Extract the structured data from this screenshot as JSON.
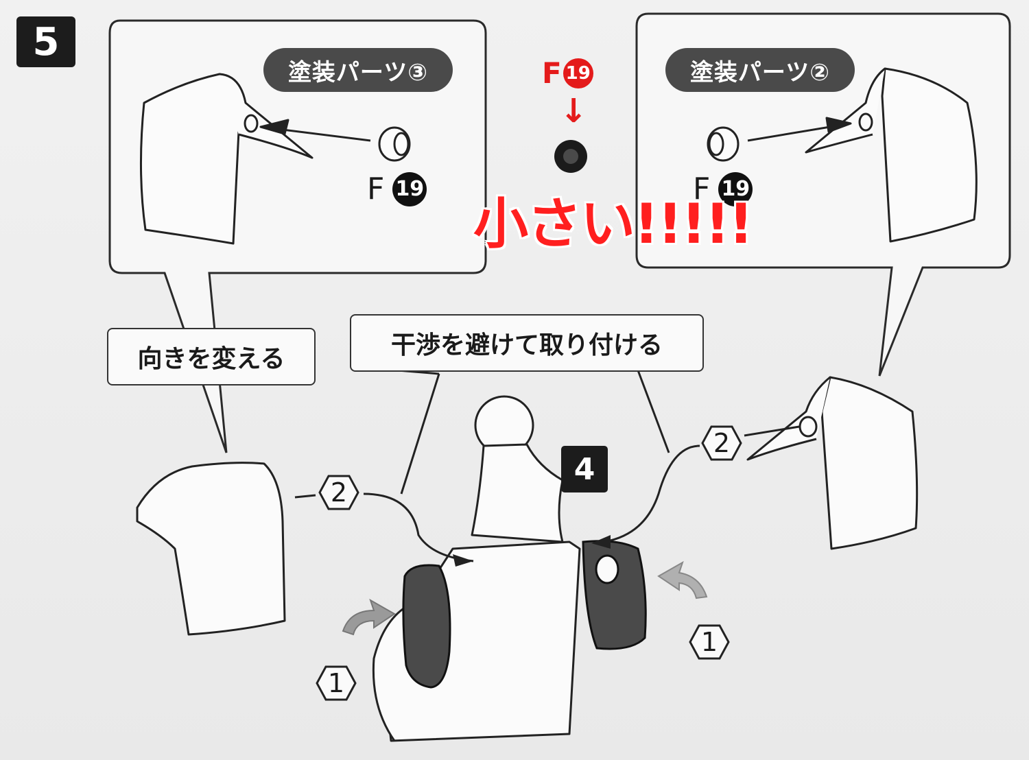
{
  "step": {
    "number": "5",
    "sub_number": "4"
  },
  "left_callout": {
    "pill_label": "塗装パーツ③",
    "part_letter": "F",
    "part_number": "19"
  },
  "right_callout": {
    "pill_label": "塗装パーツ②",
    "part_letter": "F",
    "part_number": "19"
  },
  "center_part": {
    "part_letter": "F",
    "part_number": "19",
    "arrow": "↓"
  },
  "annotation": {
    "text": "小さい!!!!!"
  },
  "notes": {
    "rotate": "向きを変える",
    "avoid": "干渉を避けて取り付ける"
  },
  "steps": {
    "one": "1",
    "two": "2"
  },
  "colors": {
    "accent_red": "#e41b1b",
    "pill_gray": "#4a4a4a",
    "badge_black": "#1c1c1c"
  }
}
